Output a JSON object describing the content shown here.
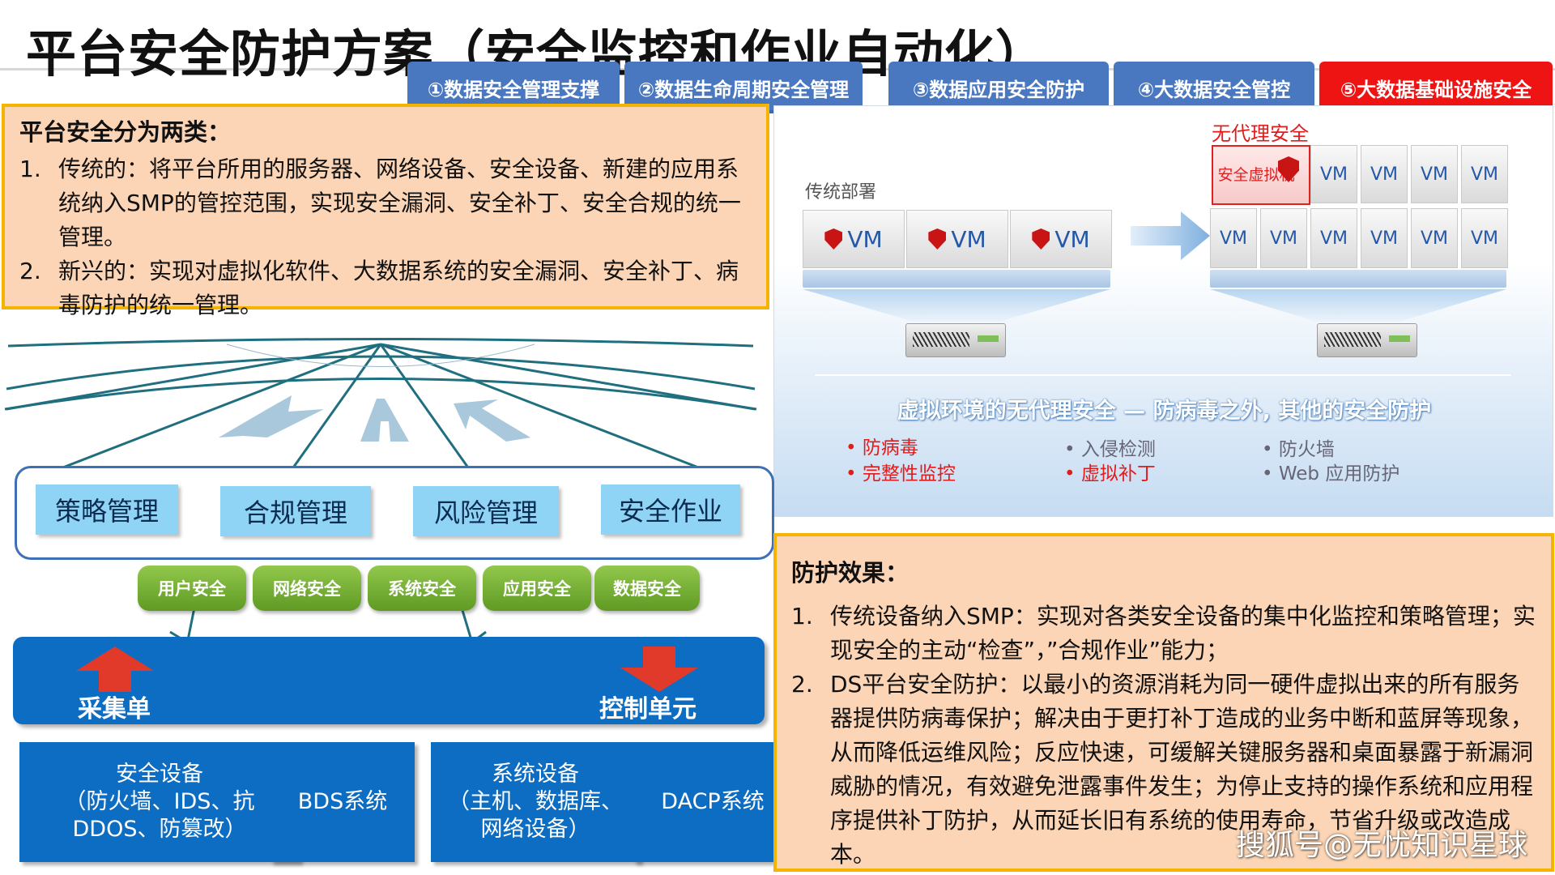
{
  "title": "平台安全防护方案（安全监控和作业自动化）",
  "tabs": [
    {
      "label": "①数据安全管理支撑"
    },
    {
      "label": "②数据生命周期安全管理"
    },
    {
      "label": "③数据应用安全防护"
    },
    {
      "label": "④大数据安全管控"
    },
    {
      "label": "⑤大数据基础设施安全"
    }
  ],
  "colors": {
    "tab": "#4a78c0",
    "tab_active": "#ee1414",
    "panel_bg": "#fbd5b5",
    "panel_border": "#f5b400",
    "accent_blue": "#0d6dc2",
    "green": "#6fae30"
  },
  "platform_security": {
    "title": "平台安全分为两类：",
    "items": [
      {
        "num": "1.",
        "text": "传统的：将平台所用的服务器、网络设备、安全设备、新建的应用系统纳入SMP的管控范围，实现安全漏洞、安全补丁、安全合规的统一管理。"
      },
      {
        "num": "2.",
        "text": "新兴的：实现对虚拟化软件、大数据系统的安全漏洞、安全补丁、病毒防护的统一管理。"
      }
    ]
  },
  "virtual_diagram": {
    "traditional_label": "传统部署",
    "agentless_label": "无代理安全",
    "vm_label": "VM",
    "security_vm": "安全虚拟机",
    "caption": "虚拟环境的无代理安全 — 防病毒之外, 其他的安全防护",
    "bullets": [
      {
        "text": "防病毒",
        "color": "red"
      },
      {
        "text": "完整性监控",
        "color": "red"
      },
      {
        "text": "入侵检测",
        "color": "gray"
      },
      {
        "text": "虚拟补丁",
        "color": "red"
      },
      {
        "text": "防火墙",
        "color": "gray"
      },
      {
        "text": "Web 应用防护",
        "color": "gray"
      }
    ]
  },
  "left_diagram": {
    "categories": [
      "策略管理",
      "合规管理",
      "风险管理",
      "安全作业"
    ],
    "security_types": [
      "用户安全",
      "网络安全",
      "系统安全",
      "应用安全",
      "数据安全"
    ],
    "collect_unit": "采集单元",
    "control_unit": "控制单元",
    "systems": [
      {
        "label": "安全设备\n（防火墙、IDS、抗DDOS、防篡改）"
      },
      {
        "label": "BDS系统"
      },
      {
        "label": "系统设备\n（主机、数据库、网络设备）"
      },
      {
        "label": "DACP系统"
      }
    ]
  },
  "protection_effect": {
    "title": "防护效果：",
    "items": [
      {
        "num": "1.",
        "text": "传统设备纳入SMP：实现对各类安全设备的集中化监控和策略管理；实现安全的主动“检查”，”合规作业”能力；"
      },
      {
        "num": "2.",
        "text": "DS平台安全防护：以最小的资源消耗为同一硬件虚拟出来的所有服务器提供防病毒保护；解决由于更打补丁造成的业务中断和蓝屏等现象，从而降低运维风险；反应快速，可缓解关键服务器和桌面暴露于新漏洞威胁的情况，有效避免泄露事件发生；为停止支持的操作系统和应用程序提供补丁防护，从而延长旧有系统的使用寿命，节省升级或改造成本。"
      }
    ]
  },
  "watermark": "搜狐号@无忧知识星球"
}
